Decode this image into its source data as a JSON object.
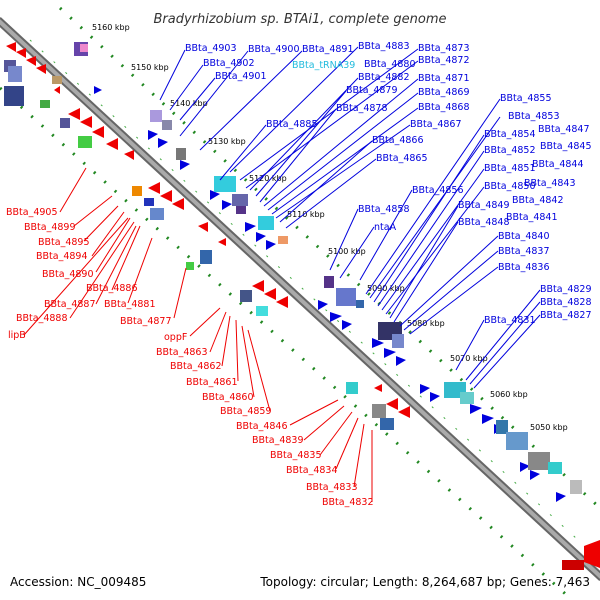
{
  "title": "Bradyrhizobium sp. BTAi1, complete genome",
  "footer": {
    "accession": "Accession: NC_009485",
    "topology": "Topology: circular; Length: 8,264,687 bp; Genes: 7,463"
  },
  "colors": {
    "forward_gene": "#0000dd",
    "reverse_gene": "#ee0000",
    "rna": "#22bbdd",
    "backbone": "#888888",
    "tick_dots": "#228822"
  },
  "ticks": [
    "5160 kbp",
    "5150 kbp",
    "5140 kbp",
    "5130 kbp",
    "5120 kbp",
    "5110 kbp",
    "5100 kbp",
    "5090 kbp",
    "5080 kbp",
    "5070 kbp",
    "5060 kbp",
    "5050 kbp"
  ],
  "upper_labels": [
    "BBta_4903",
    "BBta_4902",
    "BBta_4901",
    "BBta_4900",
    "BBta_4891",
    "BBta_tRNA39",
    "BBta_4883",
    "BBta_4880",
    "BBta_4882",
    "BBta_4879",
    "BBta_4878",
    "BBta_4873",
    "BBta_4872",
    "BBta_4871",
    "BBta_4869",
    "BBta_4868",
    "BBta_4885",
    "BBta_4867",
    "BBta_4866",
    "BBta_4865",
    "BBta_4855",
    "BBta_4853",
    "BBta_4854",
    "BBta_4847",
    "BBta_4852",
    "BBta_4845",
    "BBta_4851",
    "BBta_4844",
    "BBta_4856",
    "BBta_4850",
    "BBta_4843",
    "BBta_4849",
    "BBta_4842",
    "BBta_4858",
    "BBta_4848",
    "BBta_4841",
    "ntaA",
    "BBta_4840",
    "BBta_4837",
    "BBta_4836",
    "BBta_4829",
    "BBta_4828",
    "BBta_4831",
    "BBta_4827"
  ],
  "lower_labels": [
    "BBta_4905",
    "BBta_4899",
    "BBta_4895",
    "BBta_4894",
    "BBta_4890",
    "BBta_4886",
    "BBta_4887",
    "BBta_4881",
    "BBta_4888",
    "BBta_4877",
    "lipB",
    "oppF",
    "BBta_4863",
    "BBta_4862",
    "BBta_4861",
    "BBta_4860",
    "BBta_4859",
    "BBta_4846",
    "BBta_4839",
    "BBta_4835",
    "BBta_4834",
    "BBta_4833",
    "BBta_4832"
  ]
}
